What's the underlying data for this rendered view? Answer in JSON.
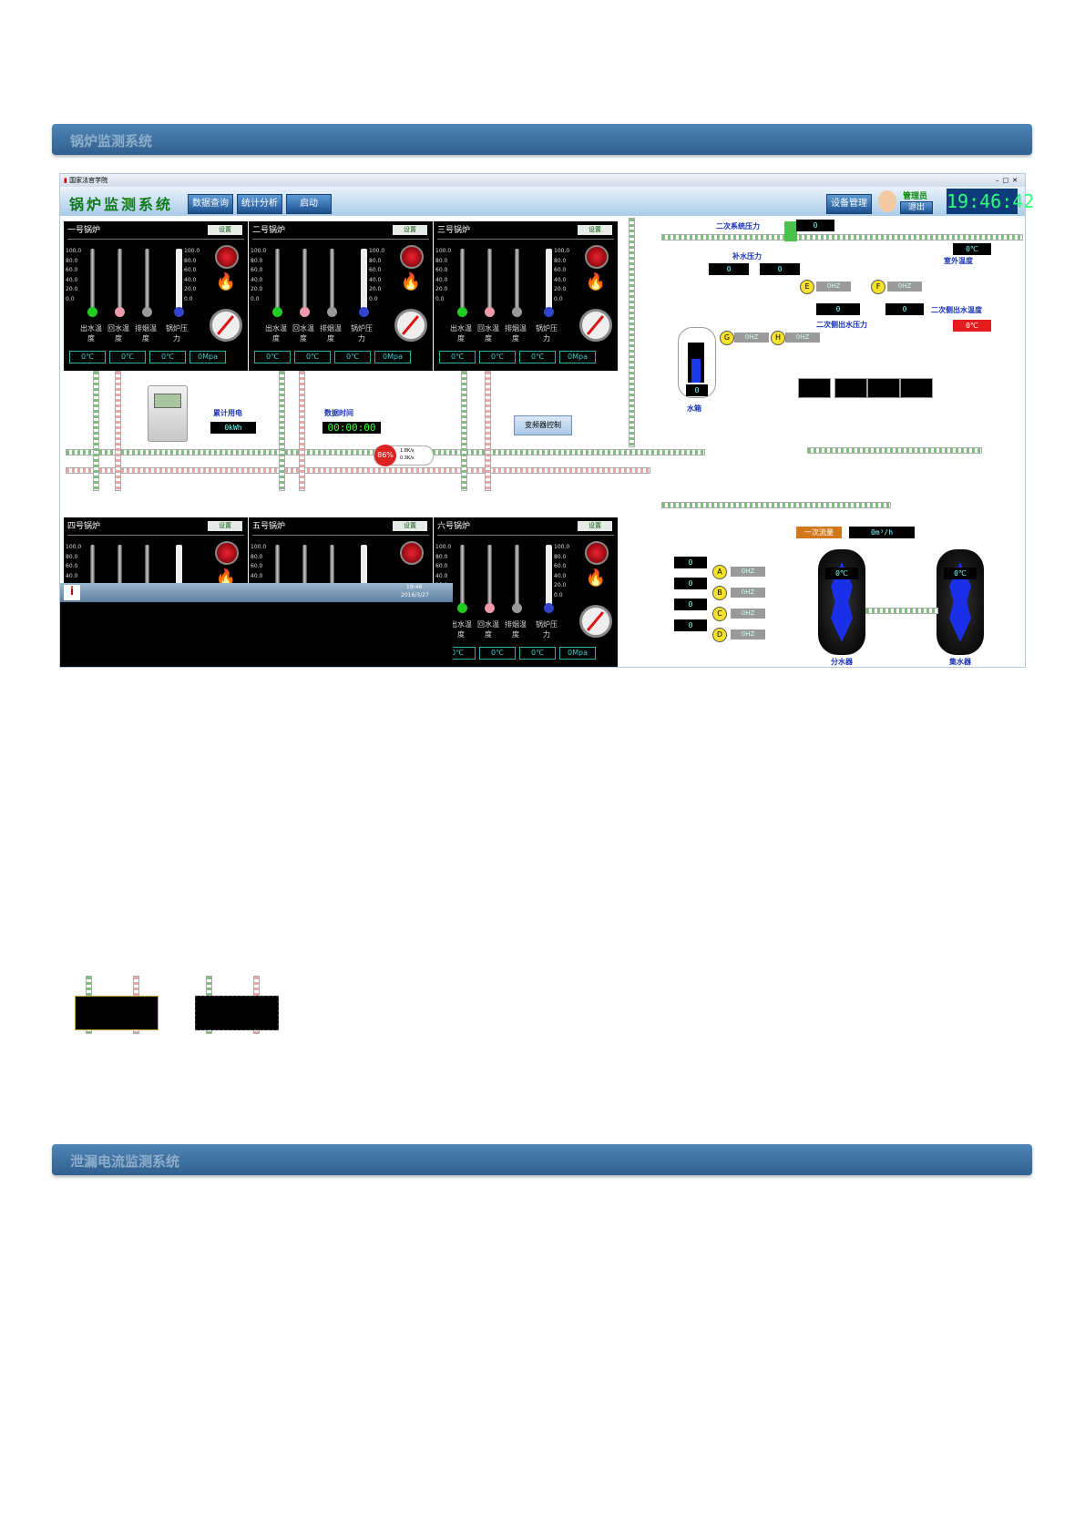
{
  "sections": {
    "boiler_header": "锅炉监测系统",
    "leak_header": "泄漏电流监测系统"
  },
  "window": {
    "title": "国家法官学院"
  },
  "app": {
    "title": "锅炉监测系统",
    "nav": [
      "数据查询",
      "统计分析",
      "启动"
    ],
    "device_btn": "设备管理",
    "role": "管理员",
    "logout": "退出",
    "clock": "19:46:42"
  },
  "boilers": [
    {
      "name": "一号锅炉",
      "set": "设置"
    },
    {
      "name": "二号锅炉",
      "set": "设置"
    },
    {
      "name": "三号锅炉",
      "set": "设置"
    },
    {
      "name": "四号锅炉",
      "set": "设置"
    },
    {
      "name": "五号锅炉",
      "set": "设置"
    },
    {
      "name": "六号锅炉",
      "set": "设置"
    }
  ],
  "boiler_labels": {
    "out": "出水温度",
    "ret": "回水温度",
    "smoke": "排烟温度",
    "press": "锅炉压力",
    "scale_temp": [
      "100.0",
      "80.0",
      "60.0",
      "40.0",
      "20.0",
      "0.0"
    ],
    "scale_press": [
      "100.0",
      "80.0",
      "60.0",
      "40.0",
      "20.0",
      "0.0"
    ],
    "vals": [
      "0℃",
      "0℃",
      "0℃",
      "0Mpa"
    ]
  },
  "meter": {
    "label": "累计用电",
    "value": "0kWh"
  },
  "datatime": {
    "label": "数据时间",
    "value": "00:00:00"
  },
  "vfd_button": "变频器控制",
  "net_widget": {
    "percent": "86%",
    "up": "1.8K/s",
    "down": "0.3K/s"
  },
  "taskbar": {
    "time": "19:46",
    "date": "2016/3/27"
  },
  "schematic": {
    "secondary_pressure": "二次系统压力",
    "secondary_pressure_val": "0",
    "makeup_pressure": "补水压力",
    "makeup_vals": [
      "0",
      "0"
    ],
    "outdoor_temp": "室外温度",
    "outdoor_val": "0℃",
    "sec_out_pressure": "二次侧出水压力",
    "sec_out_temp": "二次侧出水温度",
    "sec_out_temp_val": "0℃",
    "e_val": "0HZ",
    "f_val": "0HZ",
    "g_val": "0HZ",
    "h_val": "0HZ",
    "ef_disp": [
      "0",
      "0"
    ],
    "tank_label": "水箱",
    "tank_val": "0",
    "primary_flow": "一次流量",
    "flow_val": "0m³/h",
    "pumps": [
      {
        "node": "A",
        "val": "0HZ",
        "disp": "0"
      },
      {
        "node": "B",
        "val": "0HZ",
        "disp": "0"
      },
      {
        "node": "C",
        "val": "0HZ",
        "disp": "0"
      },
      {
        "node": "D",
        "val": "0HZ",
        "disp": "0"
      }
    ],
    "distributor": "分水器",
    "distributor_val": "0℃",
    "collector": "集水器",
    "collector_val": "0℃",
    "node_letters": [
      "E",
      "F",
      "G",
      "H"
    ]
  },
  "colors": {
    "section_bar": "#2f5f8e",
    "app_green": "#0e7a1a",
    "label_blue": "#1732b8",
    "alarm_red": "#e31d1d"
  }
}
